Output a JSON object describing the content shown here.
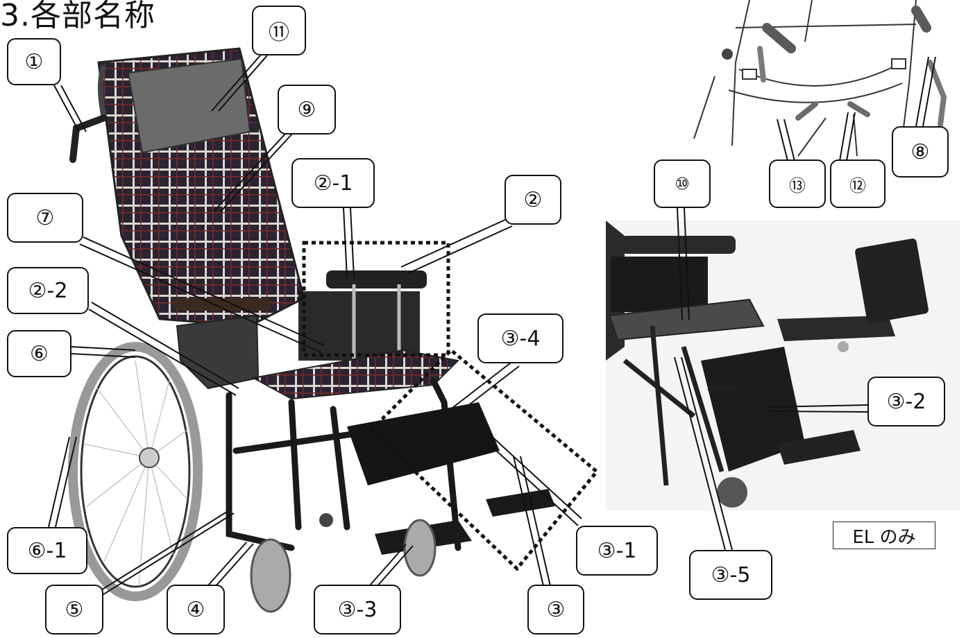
{
  "title": "3.各部名称",
  "badge": "EL のみ",
  "callouts": {
    "c1": "①",
    "c11": "⑪",
    "c9": "⑨",
    "c2_1": "②-1",
    "c2": "②",
    "c7": "⑦",
    "c2_2": "②-2",
    "c6": "⑥",
    "c3_4": "③-4",
    "c6_1": "⑥-1",
    "c5": "⑤",
    "c4": "④",
    "c3_3": "③-3",
    "c3": "③",
    "c3_1": "③-1",
    "c10": "⑩",
    "c13": "⑬",
    "c12": "⑫",
    "c8": "⑧",
    "c3_2": "③-2",
    "c3_5": "③-5"
  }
}
